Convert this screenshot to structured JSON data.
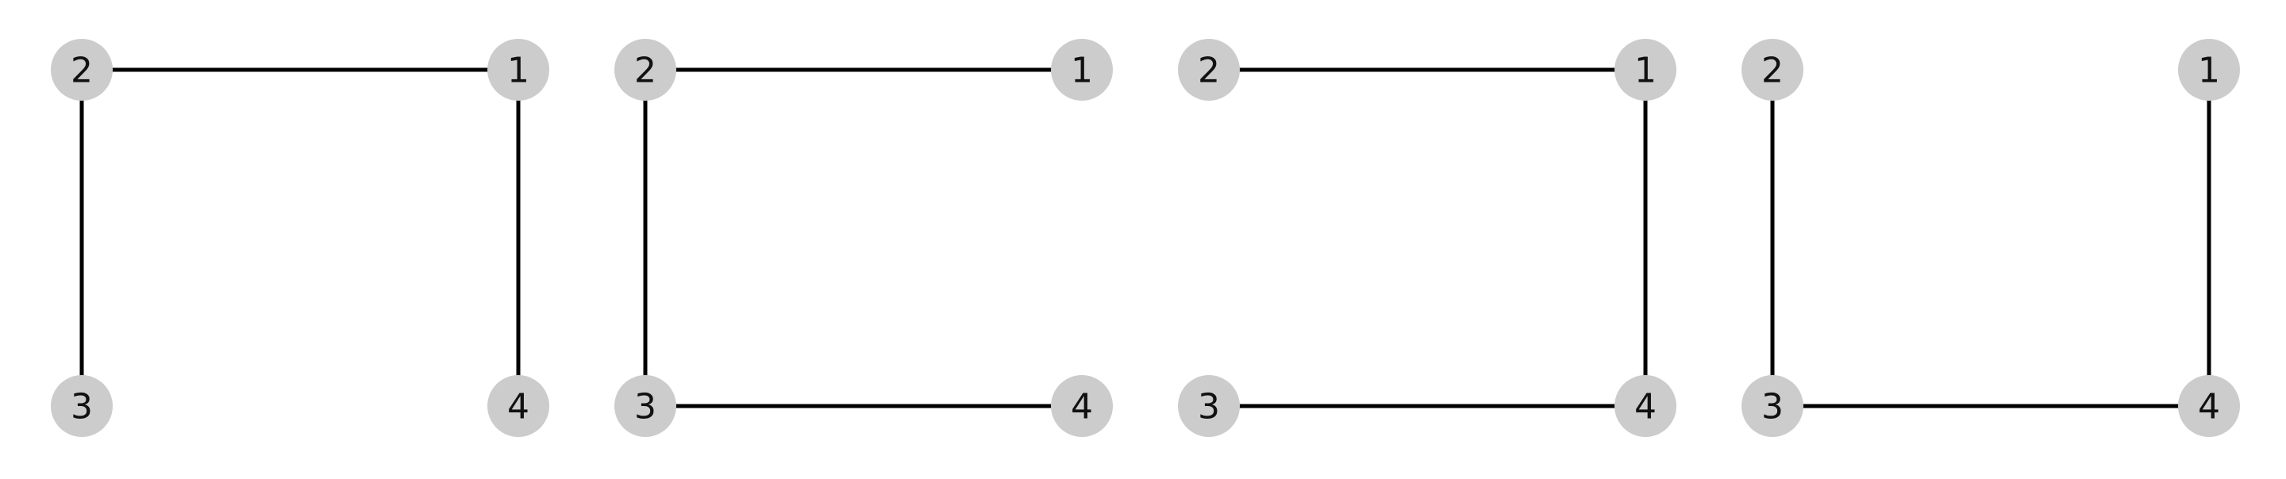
{
  "style": {
    "node_fill": "#cccccc",
    "edge_color": "#000000",
    "label_color": "#111111",
    "background": "#ffffff"
  },
  "graphs": [
    {
      "nodes": [
        "1",
        "2",
        "3",
        "4"
      ],
      "edges": [
        [
          "2",
          "1"
        ],
        [
          "2",
          "3"
        ],
        [
          "1",
          "4"
        ]
      ]
    },
    {
      "nodes": [
        "1",
        "2",
        "3",
        "4"
      ],
      "edges": [
        [
          "2",
          "1"
        ],
        [
          "2",
          "3"
        ],
        [
          "3",
          "4"
        ]
      ]
    },
    {
      "nodes": [
        "1",
        "2",
        "3",
        "4"
      ],
      "edges": [
        [
          "2",
          "1"
        ],
        [
          "1",
          "4"
        ],
        [
          "3",
          "4"
        ]
      ]
    },
    {
      "nodes": [
        "1",
        "2",
        "3",
        "4"
      ],
      "edges": [
        [
          "2",
          "3"
        ],
        [
          "1",
          "4"
        ],
        [
          "3",
          "4"
        ]
      ]
    }
  ]
}
